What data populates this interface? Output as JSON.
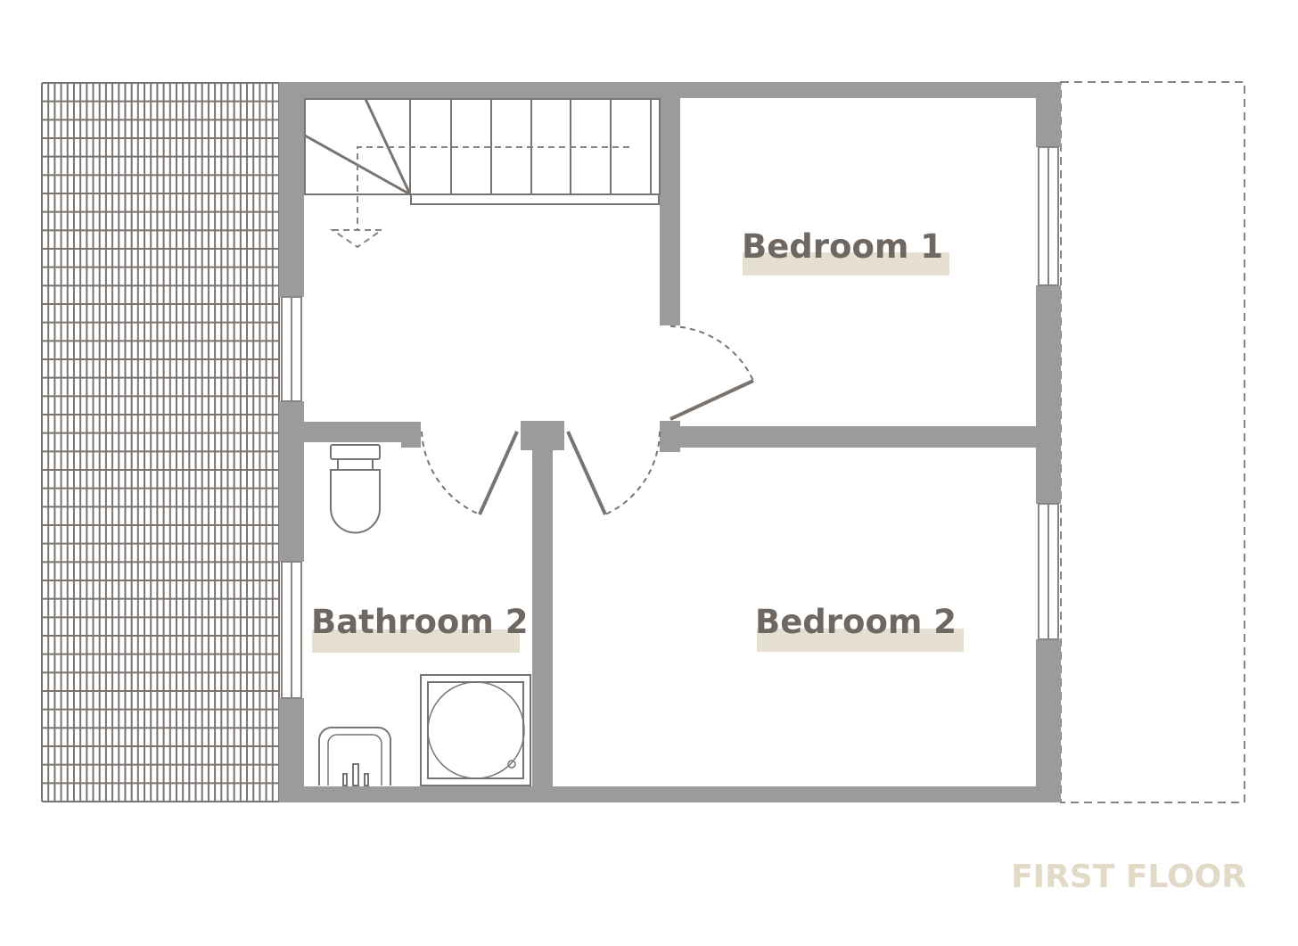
{
  "rooms": {
    "bedroom1": "Bedroom 1",
    "bedroom2": "Bedroom 2",
    "bathroom2": "Bathroom 2"
  },
  "floor_label": "FIRST FLOOR",
  "colors": {
    "wall": "#9b9b9b",
    "line": "#7a7470",
    "label": "#6f6762",
    "highlight": "#e5dfd2",
    "floor_label": "#e2d9c7"
  }
}
